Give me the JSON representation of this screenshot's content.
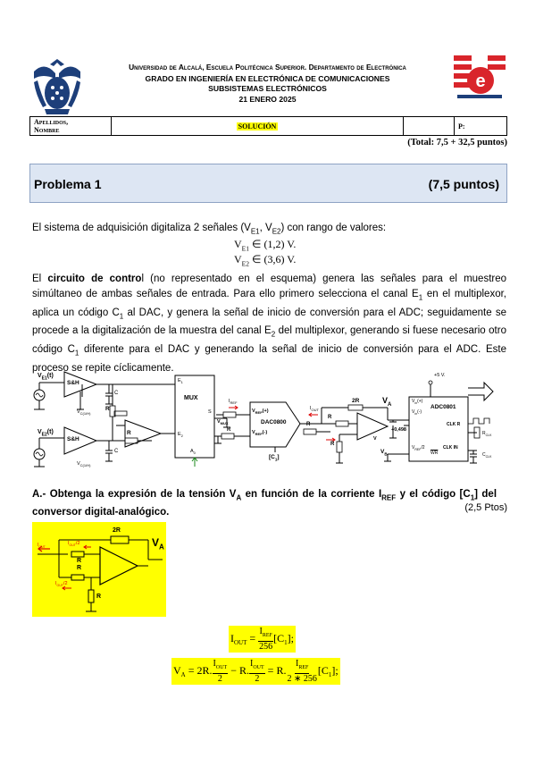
{
  "header": {
    "university_line": "Universidad de Alcalá, Escuela Politécnica Superior. Departamento de Electrónica",
    "degree_line": "GRADO EN INGENIERÍA EN ELECTRÓNICA DE COMUNICACIONES",
    "subject_line": "SUBSISTEMAS ELECTRÓNICOS",
    "date_line": "21 ENERO 2025"
  },
  "id_table": {
    "label_apellidos": "Apellidos,",
    "label_nombre": "Nombre",
    "solution": "SOLUCIÓN",
    "p_label": "P:"
  },
  "total": "(Total: 7,5 + 32,5 puntos)",
  "problem": {
    "title": "Problema 1",
    "points": "(7,5 puntos)"
  },
  "intro": "El sistema de adquisición digitaliza 2 señales (V",
  "intro_full": {
    "a": "El sistema de adquisición digitaliza 2 señales (V",
    "s1": "E1",
    "b": ", V",
    "s2": "E2",
    "c": ") con rango de valores:"
  },
  "ranges": {
    "r1_var": "V",
    "r1_sub": "E1",
    "r1_val": " ∈ (1,2) V.",
    "r2_var": "V",
    "r2_sub": "E2",
    "r2_val": " ∈ (3,6) V."
  },
  "control_para": {
    "p1": "El ",
    "bold": "circuito de contro",
    "p2": "l (no representado en el esquema) genera las señales para el muestreo simúltaneo de ambas señales de entrada. Para ello primero selecciona el canal E",
    "sub1": "1",
    "p3": " en el multiplexor, aplica un código C",
    "sub2": "1",
    "p4": " al DAC, y genera la señal de inicio de conversión para el ADC; seguidamente se procede a la digitalización de la muestra del canal E",
    "sub3": "2",
    "p5": " del multiplexor, generando si fuese necesario otro código C",
    "sub4": "1",
    "p6": " diferente para el DAC y generando la señal de inicio de conversión para el ADC. Este proceso se repite cíclicamente."
  },
  "schematic": {
    "ve1": "V",
    "ve1_sub": "E1",
    "ve1_t": "(t)",
    "ve2": "V",
    "ve2_sub": "E2",
    "ve2_t": "(t)",
    "sh": "S&H",
    "vcm1": "V",
    "vcm1_sub": "C(1/H)",
    "vcm2": "V",
    "vcm2_sub": "C(1/H)",
    "c": "C",
    "r": "R",
    "e1": "E",
    "e1_sub": "1",
    "e2": "E",
    "e2_sub": "2",
    "mux": "MUX",
    "s": "S",
    "a0": "A",
    "a0_sub": "0",
    "vmux": "V",
    "vmux_sub": "MUX",
    "iref": "I",
    "iref_sub": "REF",
    "vref_p": "V",
    "vref_p_sub": "REF",
    "vref_p_suf": "(+)",
    "vref_m": "V",
    "vref_m_sub": "REF",
    "vref_m_suf": "(-)",
    "dac": "DAC0800",
    "c1": "[C",
    "c1_sub": "1",
    "c1_end": "]",
    "iout": "I",
    "iout_sub": "OUT",
    "r2": "2R",
    "va": "V",
    "va_sub": "A",
    "v498": "+0,498",
    "v498_unit": "V",
    "vb": "V",
    "vb_sub": "B",
    "plus5": "+5 V.",
    "adc": "ADC0801",
    "vin_p": "V",
    "vin_p_sub": "in",
    "vin_p_suf": "(+)",
    "vin_m": "V",
    "vin_m_sub": "in",
    "vin_m_suf": "(-)",
    "vref2": "V",
    "vref2_sub": "REF",
    "vref2_suf": "/2",
    "wr": "WR",
    "clkr": "CLK R",
    "clkin": "CLK IN",
    "rclk": "R",
    "rclk_sub": "CLK",
    "cclk": "C",
    "cclk_sub": "CLK"
  },
  "question_a": {
    "text1": "A.- Obtenga la expresión de la tensión V",
    "sub1": "A",
    "text2": " en función de la corriente I",
    "sub2": "REF",
    "text3": " y el código [C",
    "sub3": "1",
    "text4": "] del conversor digital-analógico.",
    "points": "(2,5 Ptos)"
  },
  "fig2": {
    "iout": "I",
    "iout_sub": "OUT",
    "iout2": "I",
    "iout2_sub": "OUT",
    "iout2_suf": "/2",
    "iout3": "I",
    "iout3_sub": "OUT",
    "iout3_suf": "/2",
    "r2": "2R",
    "r": "R",
    "va": "V",
    "va_sub": "A"
  },
  "eq1": {
    "lhs": "I",
    "lhs_sub": "OUT",
    "eq": " = ",
    "num": "I",
    "num_sub": "REF",
    "den": "256",
    "tail": "[C",
    "tail_sub": "1",
    "end": "];"
  },
  "eq2": {
    "lhs": "V",
    "lhs_sub": "A",
    "t1": " = 2R.",
    "f1n": "I",
    "f1n_sub": "OUT",
    "f1d": "2",
    "t2": " − R.",
    "f2n": "I",
    "f2n_sub": "OUT",
    "f2d": "2",
    "t3": " = R.",
    "f3n": "I",
    "f3n_sub": "REF",
    "f3d": "2 ∗ 256",
    "tail": "[C",
    "tail_sub": "1",
    "end": "];"
  },
  "colors": {
    "blue_box": "#dde6f3",
    "highlight": "#ffff00",
    "logo_red": "#d9252b",
    "logo_blue": "#1d3f7a"
  }
}
